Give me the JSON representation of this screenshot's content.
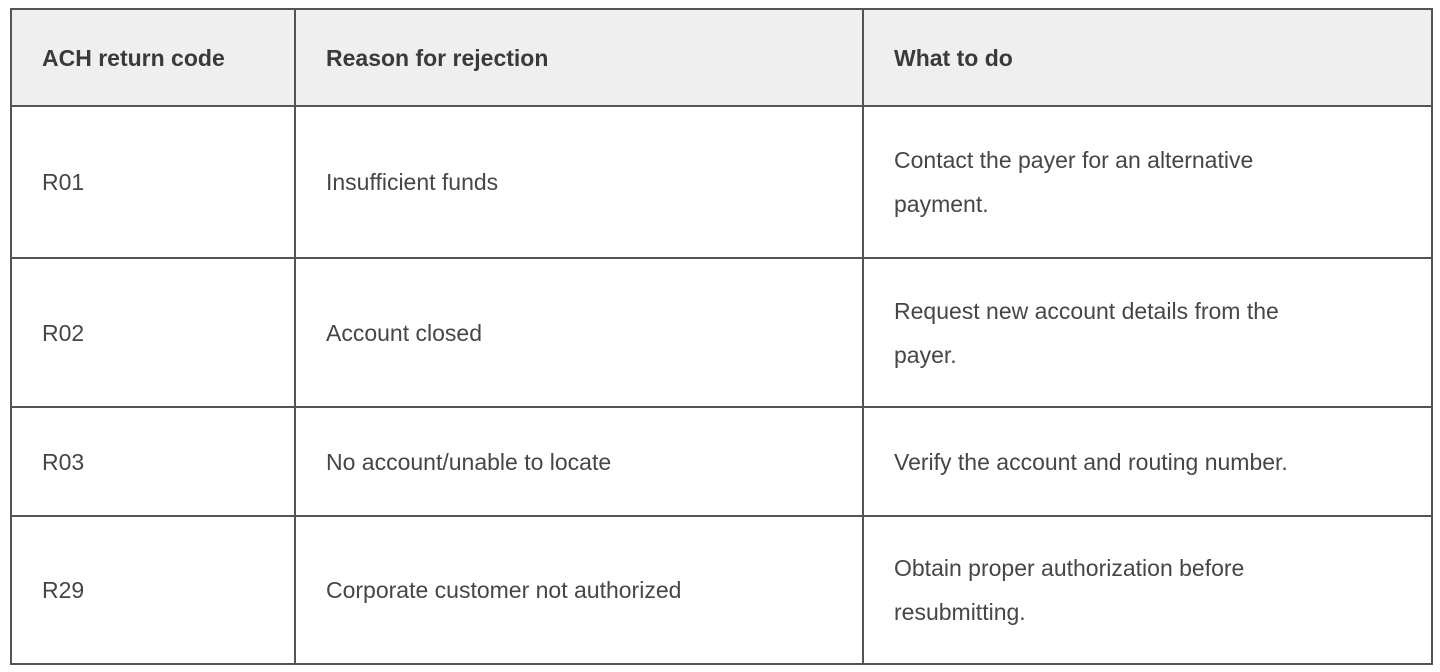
{
  "table": {
    "columns": [
      {
        "label": "ACH return code"
      },
      {
        "label": "Reason for rejection"
      },
      {
        "label": "What to do"
      }
    ],
    "rows": [
      {
        "code": "R01",
        "reason": "Insufficient funds",
        "action": "Contact the payer for an alternative payment."
      },
      {
        "code": "R02",
        "reason": "Account closed",
        "action": "Request new account details from the payer."
      },
      {
        "code": "R03",
        "reason": "No account/unable to locate",
        "action": "Verify the account and routing number."
      },
      {
        "code": "R29",
        "reason": "Corporate customer not authorized",
        "action": "Obtain proper authorization before resubmitting."
      }
    ],
    "colors": {
      "header_background": "#efefef",
      "border": "#545454",
      "header_text": "#3a3a3a",
      "body_text": "#464646",
      "page_background": "#ffffff"
    }
  }
}
